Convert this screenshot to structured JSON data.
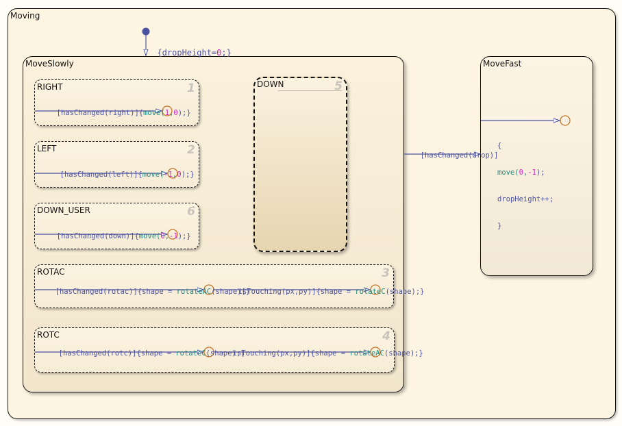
{
  "colors": {
    "transition": "#4a52a0",
    "function": "#1f8a80",
    "literal": "#d126c9",
    "junction": "#c8742a",
    "default_marker": "#4a52a0"
  },
  "states": {
    "moving": {
      "name": "Moving"
    },
    "move_slowly": {
      "name": "MoveSlowly"
    },
    "move_fast": {
      "name": "MoveFast"
    },
    "right": {
      "name": "RIGHT",
      "order": "1"
    },
    "left": {
      "name": "LEFT",
      "order": "2"
    },
    "down_user": {
      "name": "DOWN_USER",
      "order": "6"
    },
    "down": {
      "name": "DOWN",
      "order": "5"
    },
    "rotac": {
      "name": "ROTAC",
      "order": "3"
    },
    "rotc": {
      "name": "ROTC",
      "order": "4"
    }
  },
  "transitions": {
    "default": {
      "open": "{dropHeight=",
      "lit": "0",
      "close": ";}"
    },
    "right": {
      "cond": "[hasChanged(right)]{",
      "fn": "move(",
      "a": "1",
      "sep": ",",
      "b": "0",
      "end": ");}"
    },
    "left": {
      "cond": "[hasChanged(left)]{",
      "fn": "move(",
      "a": "-1",
      "sep": ",",
      "b": "0",
      "end": ");}"
    },
    "down_user": {
      "cond": "[hasChanged(down)]{",
      "fn": "move(",
      "a": "0",
      "sep": ",",
      "b": "-1",
      "end": ");}"
    },
    "rotac_1": {
      "cond": "[hasChanged(rotac)]{shape = ",
      "fn": "rotateAC",
      "end": "(shape)[}"
    },
    "rotac_2": {
      "cond": "isTouching(px,py)]{shape = ",
      "fn": "rotateC",
      "end": "(shape);}"
    },
    "rotc_1": {
      "cond": "[hasChanged(rotc)]{shape = ",
      "fn": "rotateC",
      "end": "(shape);["
    },
    "rotc_2": {
      "cond": "isTouching(px,py)]{shape = ",
      "fn": "rotateAC",
      "end": "(shape);}"
    },
    "drop": {
      "cond": "[hasChanged(drop)]"
    },
    "move_fast": {
      "open": "{",
      "fn": "move(",
      "a": "0",
      "sep": ",",
      "b": "-1",
      "end": ");",
      "line2": "dropHeight++;",
      "close": "}"
    }
  }
}
